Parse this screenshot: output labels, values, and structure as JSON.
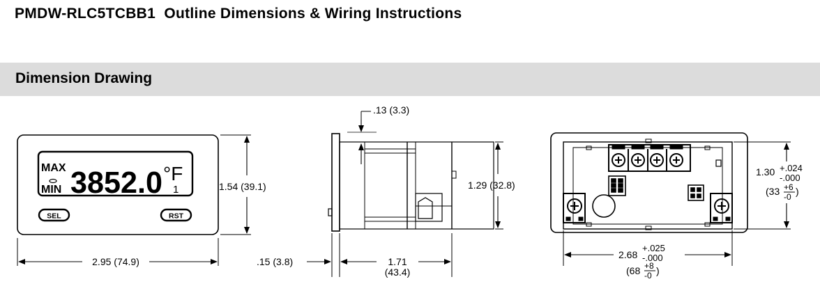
{
  "header": {
    "title": "PMDW-RLC5TCBB1  Outline Dimensions & Wiring Instructions",
    "section_title": "Dimension Drawing"
  },
  "front_view": {
    "display_label_max": "MAX",
    "display_label_min": "MIN",
    "display_value": "3852.0",
    "display_unit": "°F",
    "display_index": "1",
    "button_left": "SEL",
    "button_right": "RST",
    "width_dim": "2.95 (74.9)",
    "height_dim": "1.54 (39.1)"
  },
  "side_view": {
    "bezel_dim": ".13 (3.3)",
    "height_dim": "1.29 (32.8)",
    "front_depth_dim": ".15 (3.8)",
    "depth_dim_line1": "1.71",
    "depth_dim_line2": "(43.4)"
  },
  "rear_view": {
    "height_dim_nominal": "1.30",
    "height_dim_tol_plus": "+.024",
    "height_dim_tol_minus": "-.000",
    "height_dim_mm_prefix": "(33",
    "height_dim_mm_plus": "+6",
    "height_dim_mm_minus": "-0",
    "height_dim_mm_suffix": ")",
    "width_dim_nominal": "2.68",
    "width_dim_tol_plus": "+.025",
    "width_dim_tol_minus": "-.000",
    "width_dim_mm_prefix": "(68",
    "width_dim_mm_plus": "+8",
    "width_dim_mm_minus": "-0",
    "width_dim_mm_suffix": ")"
  }
}
